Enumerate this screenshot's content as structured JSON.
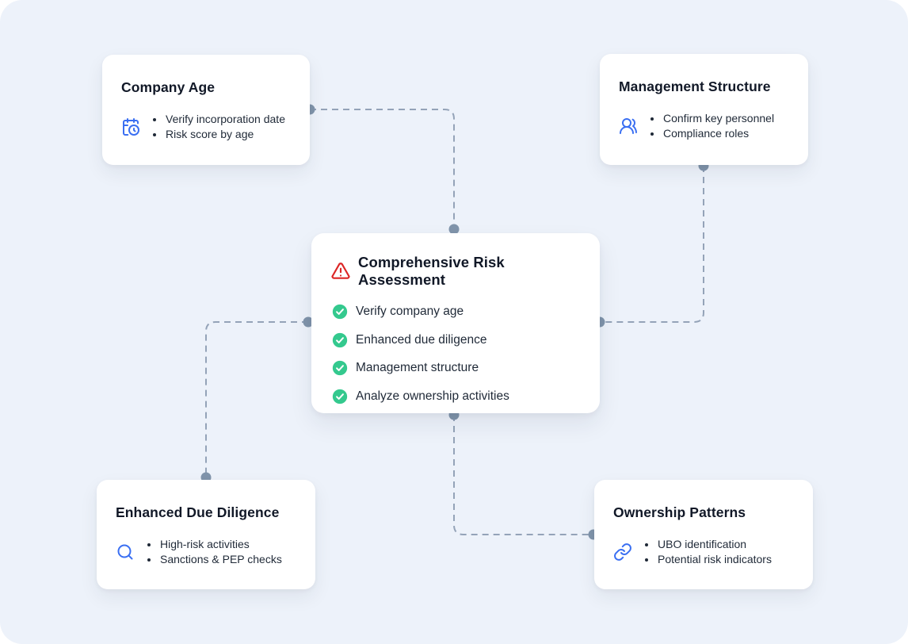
{
  "colors": {
    "canvas_bg": "#edf2fa",
    "card_bg": "#ffffff",
    "accent_blue": "#3a6ff2",
    "warning_red": "#dc2626",
    "success_green": "#34c98e",
    "connector_line": "#94a3b8",
    "connector_dot": "#8094ab",
    "title_text": "#111827",
    "body_text": "#1f2937"
  },
  "cards": {
    "company_age": {
      "title": "Company Age",
      "icon": "calendar-clock-icon",
      "items": [
        "Verify incorporation date",
        "Risk score by age"
      ]
    },
    "management_structure": {
      "title": "Management Structure",
      "icon": "users-icon",
      "items": [
        "Confirm key personnel",
        "Compliance roles"
      ]
    },
    "risk_assessment": {
      "title": "Comprehensive Risk Assessment",
      "icon": "alert-triangle-icon",
      "item_icon": "check-circle-icon",
      "items": [
        "Verify company age",
        "Enhanced due diligence",
        "Management structure",
        "Analyze ownership activities"
      ]
    },
    "enhanced_due_diligence": {
      "title": "Enhanced Due Diligence",
      "icon": "search-icon",
      "items": [
        "High-risk activities",
        "Sanctions & PEP checks"
      ]
    },
    "ownership_patterns": {
      "title": "Ownership Patterns",
      "icon": "link-icon",
      "items": [
        "UBO identification",
        "Potential risk indicators"
      ]
    }
  }
}
